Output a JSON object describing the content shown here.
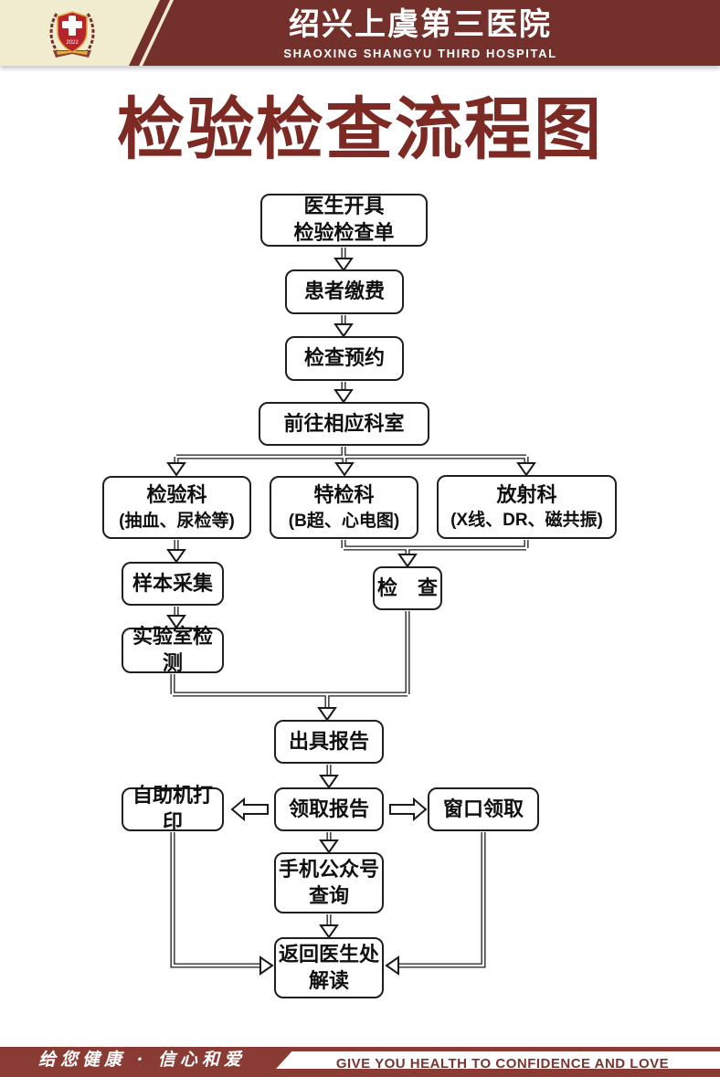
{
  "brand": {
    "maroon": "#74302b",
    "cream": "#f1ebd0",
    "title_color": "#7c2a23",
    "footer_maroon": "#8a3b34",
    "logo_red": "#b5242a",
    "logo_gold": "#e3aa3d",
    "box_border": "#1f1f1f"
  },
  "header": {
    "hospital_name_cn": "绍兴上虞第三医院",
    "hospital_name_en": "SHAOXING SHANGYU THIRD HOSPITAL",
    "logo_year": "2022"
  },
  "page": {
    "title": "检验检查流程图"
  },
  "flow": {
    "doctor": "医生开具\n检验检查单",
    "pay": "患者缴费",
    "appointment": "检查预约",
    "goto_department": "前往相应科室",
    "lab_title": "检验科",
    "lab_subtitle": "(抽血、尿检等)",
    "special_title": "特检科",
    "special_subtitle": "(B超、心电图)",
    "radiology_title": "放射科",
    "radiology_subtitle": "(X线、DR、磁共振)",
    "sample": "样本采集",
    "exam": "检　查",
    "lab_test": "实验室检测",
    "issue_report": "出具报告",
    "self_print": "自助机打印",
    "collect_report": "领取报告",
    "window_collect": "窗口领取",
    "wechat_query": "手机公众号\n查询",
    "return_doctor": "返回医生处\n解读"
  },
  "footer": {
    "slogan_cn": "给您健康 · 信心和爱",
    "slogan_en": "GIVE YOU HEALTH TO CONFIDENCE AND LOVE"
  }
}
